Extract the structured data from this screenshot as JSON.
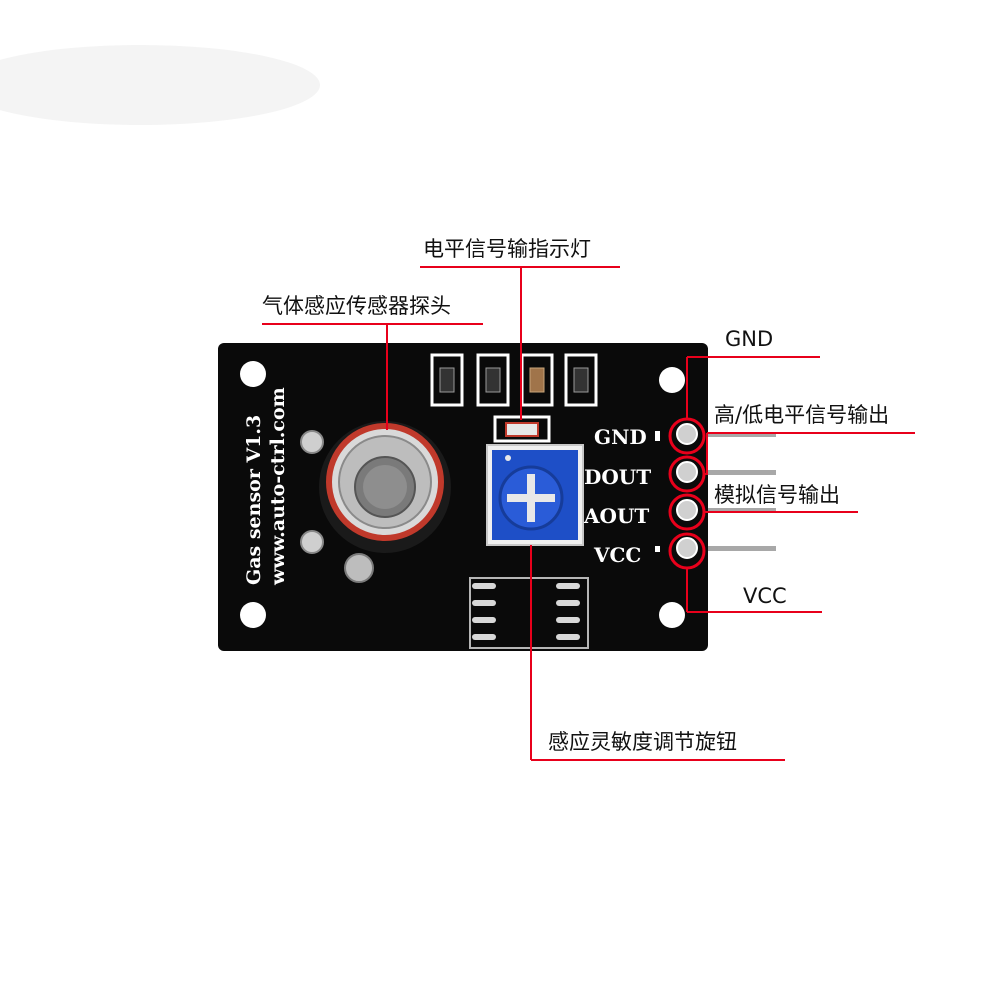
{
  "callouts": {
    "led": "电平信号输指示灯",
    "probe": "气体感应传感器探头",
    "gnd": "GND",
    "dout": "高/低电平信号输出",
    "aout": "模拟信号输出",
    "vcc": "VCC",
    "knob": "感应灵敏度调节旋钮"
  },
  "board": {
    "title": "Gas sensor V1.3",
    "url": "www.auto-ctrl.com",
    "pins": [
      "GND",
      "DOUT",
      "AOUT",
      "VCC"
    ]
  },
  "colors": {
    "board": "#0a0a0a",
    "annotation": "#e8001b",
    "potentiometer": "#1e4fc7",
    "sensor_ring": "#c0392b"
  }
}
